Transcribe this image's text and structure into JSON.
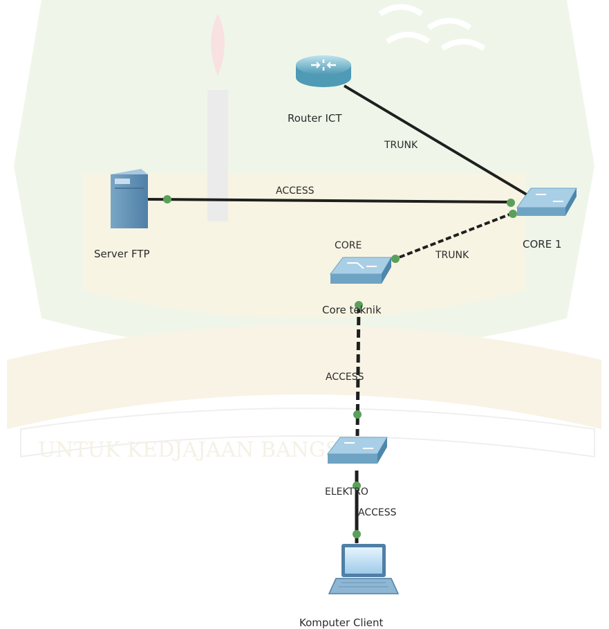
{
  "devices": {
    "router": {
      "label": "Router ICT",
      "icon": "router-icon"
    },
    "server": {
      "label": "Server FTP",
      "icon": "server-icon"
    },
    "core1": {
      "label": "CORE 1",
      "icon": "switch-icon"
    },
    "core_teknik": {
      "top_label": "CORE",
      "label": "Core teknik",
      "icon": "switch-icon"
    },
    "elektro": {
      "label": "ELEKTRO",
      "icon": "switch-icon"
    },
    "client": {
      "label": "Komputer Client",
      "icon": "laptop-icon"
    }
  },
  "links": {
    "router_core1": {
      "label": "TRUNK",
      "style": "solid"
    },
    "server_core1": {
      "label": "ACCESS",
      "style": "solid"
    },
    "core1_coreteknik": {
      "label": "TRUNK",
      "style": "dashed"
    },
    "coreteknik_elektro": {
      "label": "ACCESS",
      "style": "dashed"
    },
    "elektro_client": {
      "label": "ACCESS",
      "style": "solid"
    }
  },
  "watermark": {
    "text": "UNTUK KEDJAJAAN BANGSA"
  },
  "colors": {
    "link": "#1f1f1f",
    "port": "#5aa05a",
    "switch_top": "#a9cfe6",
    "switch_side": "#6ea3c4",
    "router": "#6fb0c8",
    "watermark": "#e9f0e2"
  }
}
